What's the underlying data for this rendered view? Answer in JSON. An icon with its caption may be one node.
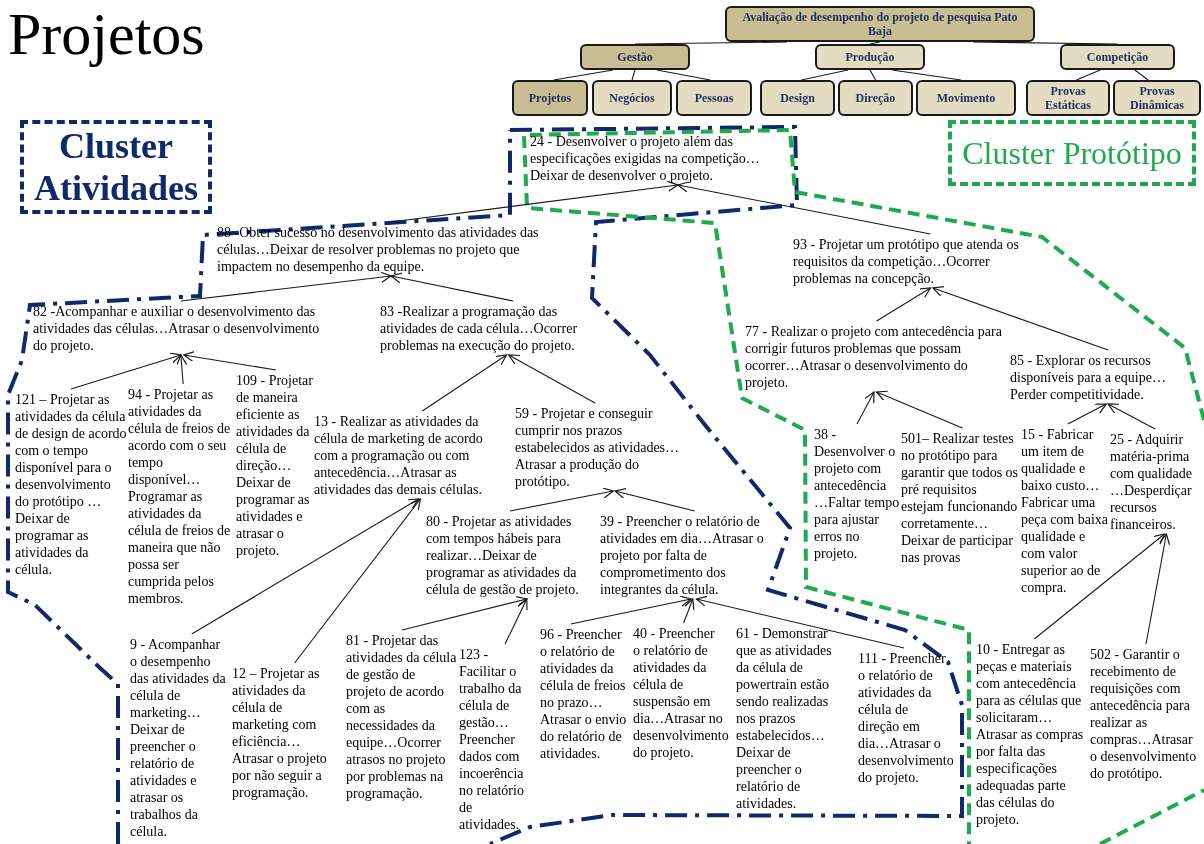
{
  "diagram": {
    "title": "Projetos",
    "nodes": [
      {
        "text": [
          "Avaliação de desempenho do projeto de pesquisa Pato Baja"
        ]
      },
      {
        "text": [
          "Gestão"
        ]
      },
      {
        "text": [
          "Produção"
        ]
      },
      {
        "text": [
          "Competição"
        ]
      },
      {
        "text": [
          "Projetos"
        ]
      },
      {
        "text": [
          "Negócios"
        ]
      },
      {
        "text": [
          "Pessoas"
        ]
      },
      {
        "text": [
          "Design"
        ]
      },
      {
        "text": [
          "Direção"
        ]
      },
      {
        "text": [
          "Movimento"
        ]
      },
      {
        "text": [
          "Provas Estáticas"
        ]
      },
      {
        "text": [
          "Provas Dinâmicas"
        ]
      },
      {
        "text": [
          "Cluster Atividades"
        ]
      },
      {
        "text": [
          "Cluster Protótipo"
        ]
      },
      {
        "text": [
          "24 - Desenvolver o projeto além das especificações exigidas na competição…Deixar de desenvolver o projeto."
        ]
      },
      {
        "text": [
          "88 -Obter sucesso no desenvolvimento das atividades das células…Deixar de resolver problemas no projeto que impactem no desempenho da equipe."
        ]
      },
      {
        "text": [
          "93 - Projetar um protótipo que atenda os requisitos da competição…Ocorrer problemas na concepção."
        ]
      },
      {
        "text": [
          "82 -Acompanhar e auxiliar o desenvolvimento das atividades das células…Atrasar o desenvolvimento do projeto."
        ]
      },
      {
        "text": [
          "83 -Realizar a programação das atividades de cada célula…Ocorrer problemas na execução do projeto."
        ]
      },
      {
        "text": [
          "77 - Realizar o projeto com antecedência para corrigir futuros problemas que possam ocorrer…Atrasar o desenvolvimento do projeto."
        ]
      },
      {
        "text": [
          "85 - Explorar os recursos disponíveis para a equipe…Perder competitividade."
        ]
      },
      {
        "text": [
          "121 – Projetar as atividades da célula de design de acordo com o tempo disponível para o desenvolvimento do protótipo …Deixar de programar as atividades da célula."
        ]
      },
      {
        "text": [
          "94 - Projetar as atividades da célula de freios de acordo com o seu tempo disponível…Programar as atividades da célula de freios de maneira que não possa ser cumprida pelos membros."
        ]
      },
      {
        "text": [
          "109 - Projetar de maneira eficiente as atividades da célula de direção…Deixar de programar as atividades e atrasar o projeto."
        ]
      },
      {
        "text": [
          "13 - Realizar as atividades da célula de marketing de acordo com a programação ou com antecedência…Atrasar as atividades das demais células."
        ]
      },
      {
        "text": [
          "59 - Projetar e conseguir cumprir nos prazos estabelecidos as atividades…Atrasar a produção do protótipo."
        ]
      },
      {
        "text": [
          "38 - Desenvolver o projeto com antecedência …Faltar tempo para ajustar erros no projeto."
        ]
      },
      {
        "text": [
          "501– Realizar testes no protótipo para garantir que todos os pré requisitos estejam funcionando corretamente…Deixar de participar nas provas"
        ]
      },
      {
        "text": [
          "15 - Fabricar um item de qualidade e baixo custo…Fabricar uma peça com baixa qualidade e com valor superior ao de compra."
        ]
      },
      {
        "text": [
          "25 - Adquirir matéria-prima com qualidade …Desperdiçar recursos financeiros."
        ]
      },
      {
        "text": [
          "80 - Projetar as atividades com tempos hábeis para realizar…Deixar de programar as atividades da célula de gestão de projeto."
        ]
      },
      {
        "text": [
          "39 - Preencher o relatório de atividades em dia…Atrasar o projeto por falta de comprometimento dos integrantes da célula."
        ]
      },
      {
        "text": [
          "9 - Acompanhar o desempenho das atividades da célula de marketing…Deixar de preencher o relatório de atividades e atrasar os trabalhos da célula."
        ]
      },
      {
        "text": [
          "12 – Projetar as atividades da célula de marketing com eficiência…Atrasar o projeto por não seguir a programação."
        ]
      },
      {
        "text": [
          "81 - Projetar das atividades da célula de gestão de projeto de acordo com as necessidades da equipe…Ocorrer atrasos no projeto por problemas na programação."
        ]
      },
      {
        "text": [
          "123 - Facilitar o trabalho da célula de gestão…Preencher dados com incoerência no relatório de atividades."
        ]
      },
      {
        "text": [
          "96 - Preencher o relatório de atividades da célula de freios no prazo…Atrasar o envio do relatório de atividades."
        ]
      },
      {
        "text": [
          "40 - Preencher o relatório de atividades da célula de suspensão em dia…Atrasar no desenvolvimento do projeto."
        ]
      },
      {
        "text": [
          "61 - Demonstrar que as atividades da célula de powertrain estão sendo realizadas nos prazos estabelecidos…Deixar de preencher o relatório de atividades."
        ]
      },
      {
        "text": [
          "111 - Preencher o relatório de atividades da célula de direção em dia…Atrasar o desenvolvimento do projeto."
        ]
      },
      {
        "text": [
          "10 - Entregar as peças e materiais com antecedência para as células que solicitaram…Atrasar as compras por falta das especificações adequadas parte das células do projeto."
        ]
      },
      {
        "text": [
          "502 - Garantir o recebimento de requisições com antecedência para realizar as compras…Atrasar o desenvolvimento do protótipo."
        ]
      }
    ],
    "edges": [
      {
        "from": 0,
        "to": 1,
        "arrow": "none"
      },
      {
        "from": 0,
        "to": 2,
        "arrow": "none"
      },
      {
        "from": 0,
        "to": 3,
        "arrow": "none"
      },
      {
        "from": 1,
        "to": 4,
        "arrow": "none"
      },
      {
        "from": 1,
        "to": 5,
        "arrow": "none"
      },
      {
        "from": 1,
        "to": 6,
        "arrow": "none"
      },
      {
        "from": 2,
        "to": 7,
        "arrow": "none"
      },
      {
        "from": 2,
        "to": 8,
        "arrow": "none"
      },
      {
        "from": 2,
        "to": 9,
        "arrow": "none"
      },
      {
        "from": 3,
        "to": 10,
        "arrow": "none"
      },
      {
        "from": 3,
        "to": 11,
        "arrow": "none"
      },
      {
        "from": 15,
        "to": 14,
        "arrow": "to"
      },
      {
        "from": 16,
        "to": 14,
        "arrow": "to"
      },
      {
        "from": 17,
        "to": 15,
        "arrow": "to"
      },
      {
        "from": 18,
        "to": 15,
        "arrow": "to"
      },
      {
        "from": 21,
        "to": 17,
        "arrow": "to"
      },
      {
        "from": 22,
        "to": 17,
        "arrow": "to"
      },
      {
        "from": 23,
        "to": 17,
        "arrow": "to"
      },
      {
        "from": 24,
        "to": 18,
        "arrow": "to"
      },
      {
        "from": 25,
        "to": 18,
        "arrow": "to"
      },
      {
        "from": 19,
        "to": 16,
        "arrow": "to"
      },
      {
        "from": 20,
        "to": 16,
        "arrow": "to"
      },
      {
        "from": 26,
        "to": 19,
        "arrow": "to"
      },
      {
        "from": 27,
        "to": 19,
        "arrow": "to"
      },
      {
        "from": 28,
        "to": 20,
        "arrow": "to"
      },
      {
        "from": 29,
        "to": 20,
        "arrow": "to"
      },
      {
        "from": 30,
        "to": 25,
        "arrow": "to"
      },
      {
        "from": 31,
        "to": 25,
        "arrow": "to"
      },
      {
        "from": 32,
        "to": 24,
        "arrow": "to"
      },
      {
        "from": 33,
        "to": 24,
        "arrow": "to"
      },
      {
        "from": 34,
        "to": 30,
        "arrow": "to"
      },
      {
        "from": 35,
        "to": 30,
        "arrow": "to"
      },
      {
        "from": 36,
        "to": 31,
        "arrow": "to"
      },
      {
        "from": 37,
        "to": 31,
        "arrow": "to"
      },
      {
        "from": 39,
        "to": 31,
        "arrow": "to"
      },
      {
        "from": 40,
        "to": 29,
        "arrow": "to"
      },
      {
        "from": 41,
        "to": 29,
        "arrow": "to"
      }
    ]
  }
}
